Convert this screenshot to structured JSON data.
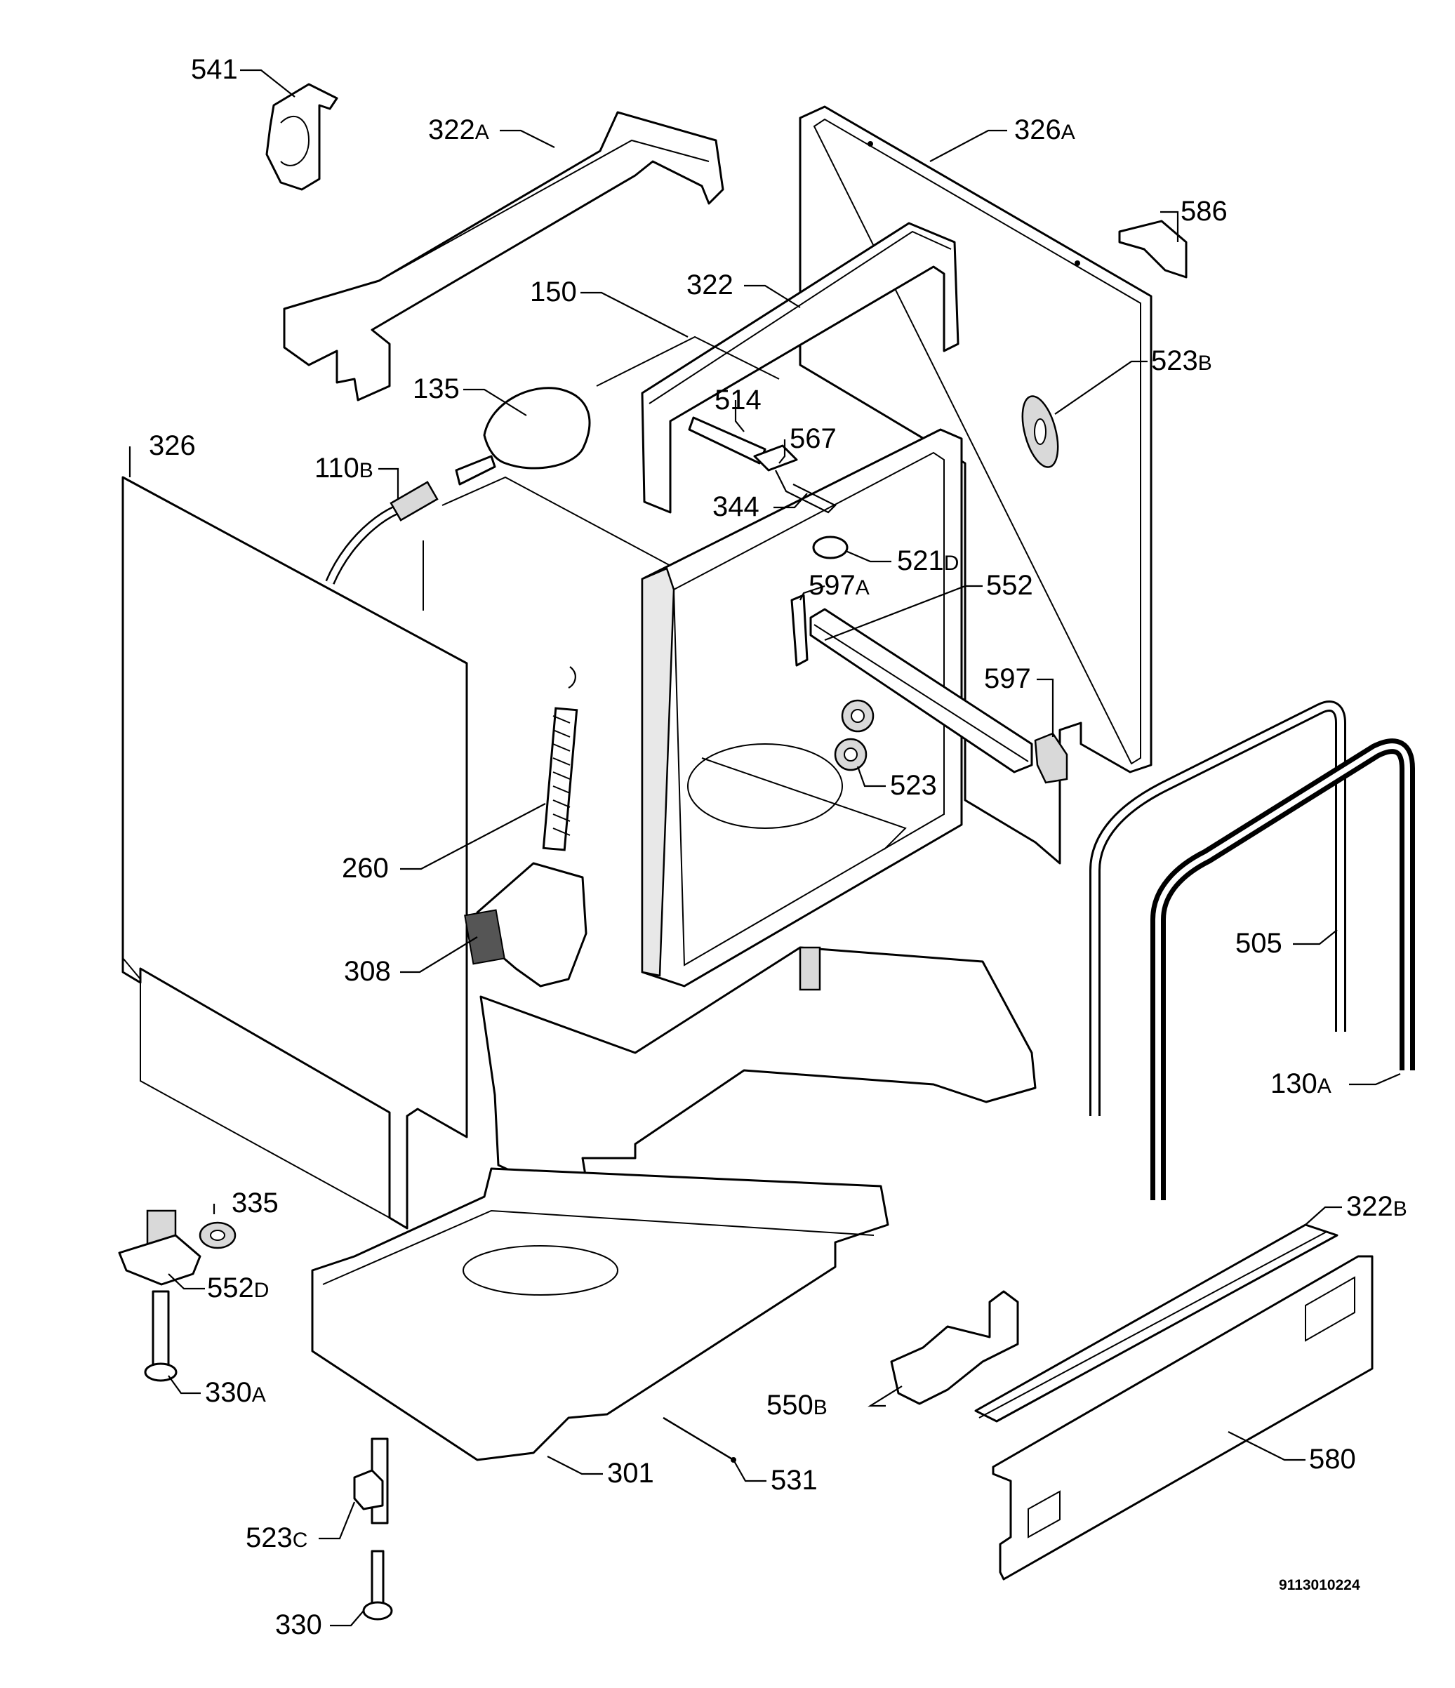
{
  "diagram": {
    "drawing_number": "9113010224",
    "callouts": [
      {
        "id": "c541",
        "num": "541",
        "suf": ""
      },
      {
        "id": "c322A",
        "num": "322",
        "suf": "A"
      },
      {
        "id": "c326A",
        "num": "326",
        "suf": "A"
      },
      {
        "id": "c586",
        "num": "586",
        "suf": ""
      },
      {
        "id": "c150",
        "num": "150",
        "suf": ""
      },
      {
        "id": "c322",
        "num": "322",
        "suf": ""
      },
      {
        "id": "c523B",
        "num": "523",
        "suf": "B"
      },
      {
        "id": "c135",
        "num": "135",
        "suf": ""
      },
      {
        "id": "c514",
        "num": "514",
        "suf": ""
      },
      {
        "id": "c567",
        "num": "567",
        "suf": ""
      },
      {
        "id": "c326",
        "num": "326",
        "suf": ""
      },
      {
        "id": "c110B",
        "num": "110",
        "suf": "B"
      },
      {
        "id": "c344",
        "num": "344",
        "suf": ""
      },
      {
        "id": "c521D",
        "num": "521",
        "suf": "D"
      },
      {
        "id": "c597A",
        "num": "597",
        "suf": "A"
      },
      {
        "id": "c552",
        "num": "552",
        "suf": ""
      },
      {
        "id": "c597",
        "num": "597",
        "suf": ""
      },
      {
        "id": "c523",
        "num": "523",
        "suf": ""
      },
      {
        "id": "c260",
        "num": "260",
        "suf": ""
      },
      {
        "id": "c505",
        "num": "505",
        "suf": ""
      },
      {
        "id": "c308",
        "num": "308",
        "suf": ""
      },
      {
        "id": "c130A",
        "num": "130",
        "suf": "A"
      },
      {
        "id": "c335",
        "num": "335",
        "suf": ""
      },
      {
        "id": "c322B",
        "num": "322",
        "suf": "B"
      },
      {
        "id": "c552D",
        "num": "552",
        "suf": "D"
      },
      {
        "id": "c330A",
        "num": "330",
        "suf": "A"
      },
      {
        "id": "c550B",
        "num": "550",
        "suf": "B"
      },
      {
        "id": "c580",
        "num": "580",
        "suf": ""
      },
      {
        "id": "c301",
        "num": "301",
        "suf": ""
      },
      {
        "id": "c531",
        "num": "531",
        "suf": ""
      },
      {
        "id": "c523C",
        "num": "523",
        "suf": "C"
      },
      {
        "id": "c330",
        "num": "330",
        "suf": ""
      }
    ]
  }
}
